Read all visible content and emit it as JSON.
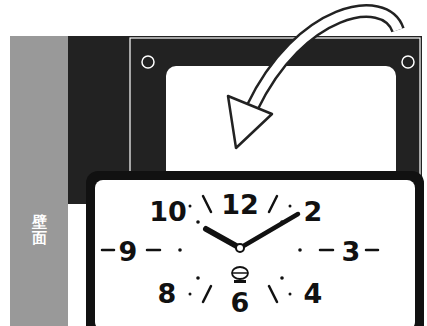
{
  "diagram": {
    "nodes": [
      {
        "text": [
          "壁面"
        ]
      }
    ],
    "labels": [
      "10",
      "12",
      "2",
      "9",
      "3",
      "8",
      "6",
      "4"
    ]
  }
}
